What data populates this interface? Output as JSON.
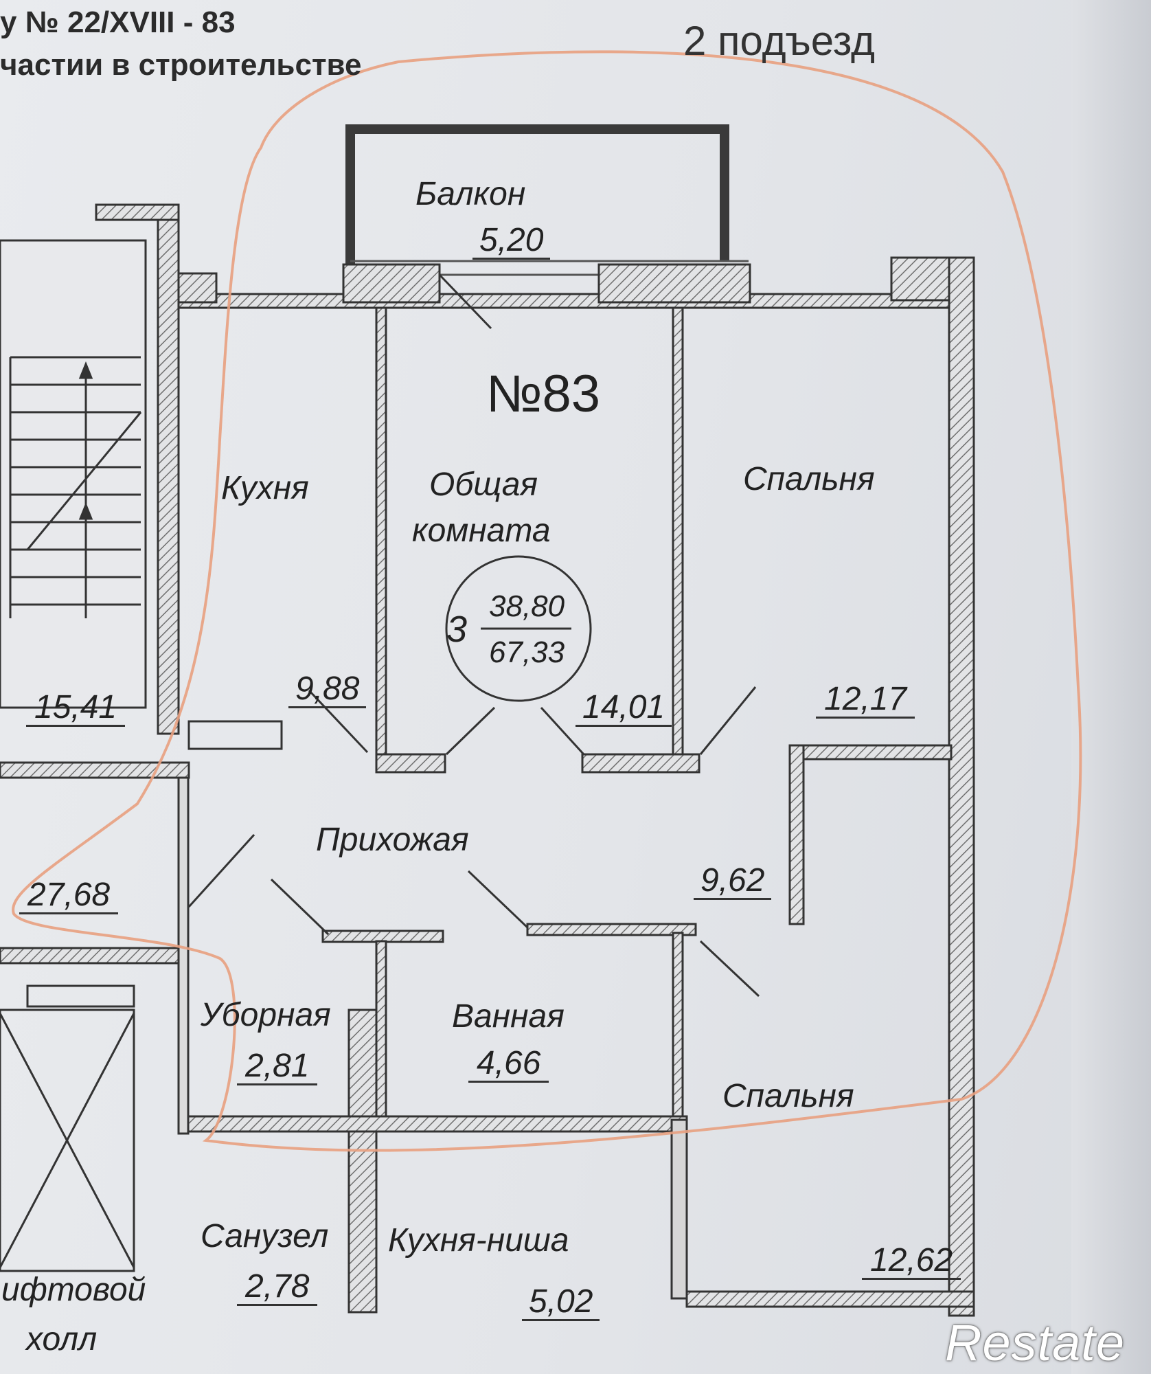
{
  "header": {
    "line1": "у № 22/XVIII - 83",
    "line2": "частии в строительстве",
    "entrance": "2 подъезд"
  },
  "apartment": {
    "number": "№83",
    "rooms_count": "3",
    "living_area": "38,80",
    "total_area": "67,33"
  },
  "rooms": {
    "balcony": {
      "name": "Балкон",
      "area": "5,20"
    },
    "kitchen": {
      "name": "Кухня",
      "area": "9,88"
    },
    "living": {
      "name_line1": "Общая",
      "name_line2": "комната",
      "area": "14,01"
    },
    "bedroom1": {
      "name": "Спальня",
      "area": "12,17"
    },
    "hallway": {
      "name": "Прихожая",
      "area": "9,62"
    },
    "toilet": {
      "name": "Уборная",
      "area": "2,81"
    },
    "bathroom": {
      "name": "Ванная",
      "area": "4,66"
    },
    "bedroom2": {
      "name": "Спальня",
      "area": "12,62"
    }
  },
  "neighbors": {
    "left_top_area": "15,41",
    "left_mid_area": "27,68",
    "bathroom_name": "Санузел",
    "bathroom_area": "2,78",
    "kitchen_niche_name": "Кухня-ниша",
    "kitchen_niche_area": "5,02",
    "elevator_hall_line1": "ифтовой",
    "elevator_hall_line2": "холл"
  },
  "watermark": "Restate",
  "colors": {
    "paper": "#e6e8eb",
    "wall_line": "#333333",
    "hatch": "#777777",
    "marker": "#e8a080"
  }
}
